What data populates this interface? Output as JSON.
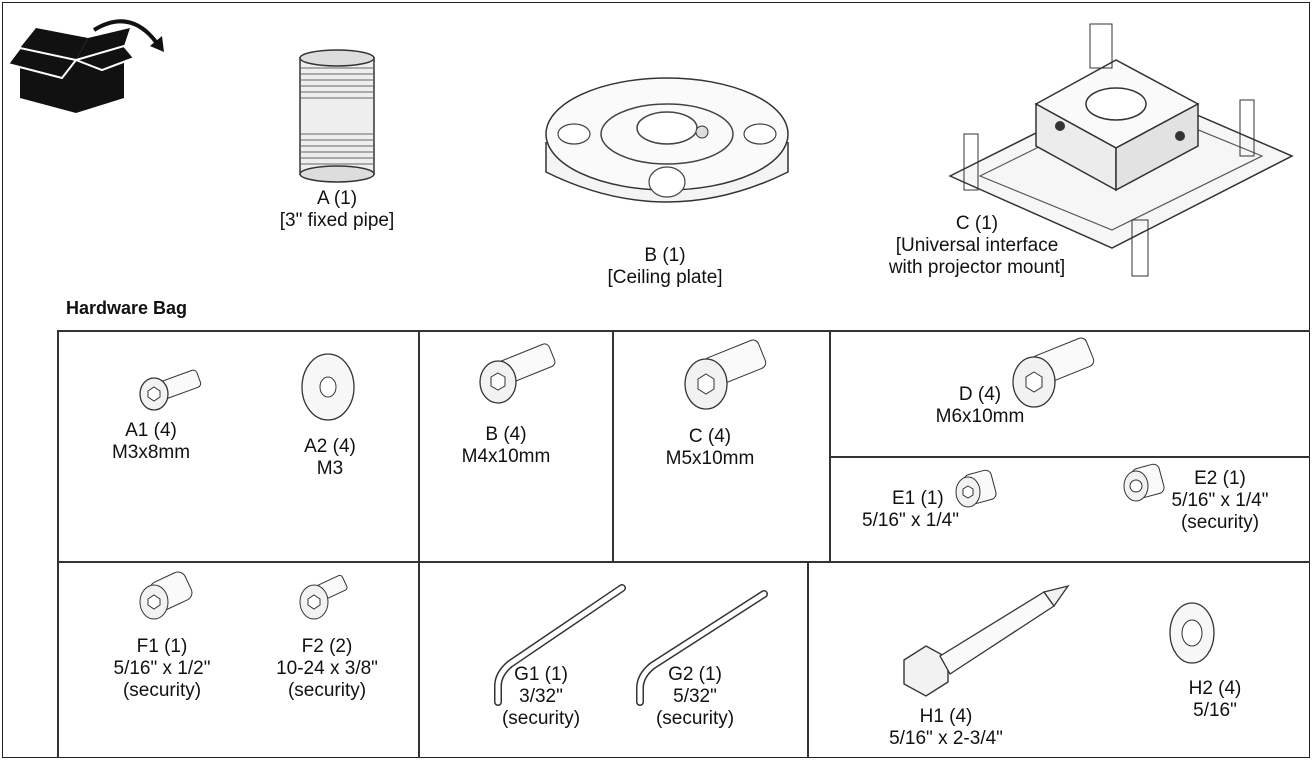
{
  "parts": {
    "A": {
      "id": "A (1)",
      "desc": "[3\" fixed pipe]"
    },
    "B": {
      "id": "B (1)",
      "desc": "[Ceiling plate]"
    },
    "C": {
      "id": "C (1)",
      "desc1": "[Universal interface",
      "desc2": "with projector mount]"
    }
  },
  "hardware": {
    "title": "Hardware Bag",
    "A1": {
      "id": "A1 (4)",
      "size": "M3x8mm"
    },
    "A2": {
      "id": "A2 (4)",
      "size": "M3"
    },
    "B": {
      "id": "B (4)",
      "size": "M4x10mm"
    },
    "C": {
      "id": "C (4)",
      "size": "M5x10mm"
    },
    "D": {
      "id": "D (4)",
      "size": "M6x10mm"
    },
    "E1": {
      "id": "E1 (1)",
      "size": "5/16\" x 1/4\""
    },
    "E2": {
      "id": "E2 (1)",
      "size": "5/16\" x 1/4\"",
      "note": "(security)"
    },
    "F1": {
      "id": "F1 (1)",
      "size": "5/16\" x 1/2\"",
      "note": "(security)"
    },
    "F2": {
      "id": "F2 (2)",
      "size": "10-24 x 3/8\"",
      "note": "(security)"
    },
    "G1": {
      "id": "G1 (1)",
      "size": "3/32\"",
      "note": "(security)"
    },
    "G2": {
      "id": "G2 (1)",
      "size": "5/32\"",
      "note": "(security)"
    },
    "H1": {
      "id": "H1 (4)",
      "size": "5/16\" x 2-3/4\""
    },
    "H2": {
      "id": "H2 (4)",
      "size": "5/16\""
    }
  }
}
